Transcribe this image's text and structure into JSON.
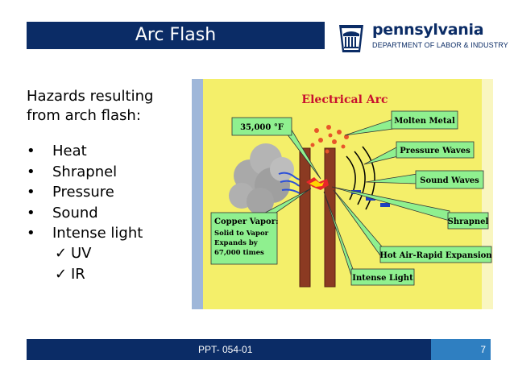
{
  "slide": {
    "title": "Arc Flash",
    "heading": "Hazards resulting from arch flash:",
    "bullets": [
      "Heat",
      "Shrapnel",
      "Pressure",
      "Sound",
      "Intense light"
    ],
    "bullet_marker": "•",
    "sub_items": [
      "UV",
      "IR"
    ],
    "check_marker": "✓"
  },
  "logo": {
    "wordmark": "pennsylvania",
    "department": "DEPARTMENT OF LABOR & INDUSTRY",
    "icon": "keystone-capitol-icon"
  },
  "diagram": {
    "title": "Electrical Arc",
    "temperature": "35,000 °F",
    "labels": {
      "molten_metal": "Molten Metal",
      "pressure_waves": "Pressure Waves",
      "sound_waves": "Sound Waves",
      "shrapnel": "Shrapnel",
      "hot_air": "Hot Air-Rapid Expansion",
      "intense_light": "Intense Light"
    },
    "copper_vapor": {
      "heading": "Copper Vapor:",
      "lines": [
        "Solid to Vapor",
        "Expands by",
        "67,000 times"
      ]
    }
  },
  "footer": {
    "code": "PPT- 054-01",
    "page": "7"
  },
  "colors": {
    "navy": "#0b2c66",
    "accent_blue": "#2f7fc1",
    "diagram_bg": "#f4ef6a",
    "callout_green": "#8ff08f",
    "electrode": "#8b3a22",
    "title_red": "#c8102e"
  }
}
